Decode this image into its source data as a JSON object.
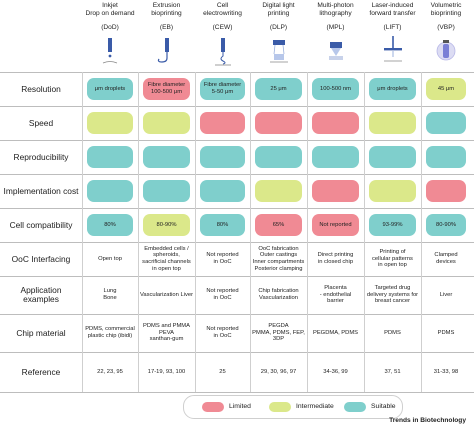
{
  "colors": {
    "limited": "#f08a94",
    "intermediate": "#dbe88a",
    "suitable": "#7fcfcc",
    "icon": "#3a5ba8",
    "vbp_icon": "#7a7fd6"
  },
  "columns": [
    {
      "title_lines": [
        "Inkjet",
        "Drop on demand"
      ],
      "abbr": "(DoD)",
      "icon": "inkjet-nozzle-icon"
    },
    {
      "title_lines": [
        "Extrusion",
        "bioprinting"
      ],
      "abbr": "(EB)",
      "icon": "extrusion-nozzle-icon"
    },
    {
      "title_lines": [
        "Cell",
        "electrowriting"
      ],
      "abbr": "(CEW)",
      "icon": "electrowriting-nozzle-icon"
    },
    {
      "title_lines": [
        "Digital light",
        "printing"
      ],
      "abbr": "(DLP)",
      "icon": "light-projector-icon"
    },
    {
      "title_lines": [
        "Multi-photon",
        "lithography"
      ],
      "abbr": "(MPL)",
      "icon": "laser-focus-icon"
    },
    {
      "title_lines": [
        "Laser-induced",
        "forward transfer"
      ],
      "abbr": "(LIFT)",
      "icon": "laser-transfer-icon"
    },
    {
      "title_lines": [
        "Volumetric",
        "bioprinting"
      ],
      "abbr": "(VBP)",
      "icon": "volumetric-vial-icon"
    }
  ],
  "rows": [
    {
      "label": "Resolution",
      "type": "pill",
      "cells": [
        {
          "level": "suitable",
          "lines": [
            "μm droplets"
          ]
        },
        {
          "level": "limited",
          "lines": [
            "Fibre diameter",
            "100-500 μm"
          ]
        },
        {
          "level": "suitable",
          "lines": [
            "Fibre diameter",
            "5-50 μm"
          ]
        },
        {
          "level": "suitable",
          "lines": [
            "25 μm"
          ]
        },
        {
          "level": "suitable",
          "lines": [
            "100-500 nm"
          ]
        },
        {
          "level": "suitable",
          "lines": [
            "μm droplets"
          ]
        },
        {
          "level": "intermediate",
          "lines": [
            "45 μm"
          ]
        }
      ]
    },
    {
      "label": "Speed",
      "type": "pill",
      "cells": [
        {
          "level": "intermediate",
          "lines": []
        },
        {
          "level": "intermediate",
          "lines": []
        },
        {
          "level": "limited",
          "lines": []
        },
        {
          "level": "limited",
          "lines": []
        },
        {
          "level": "limited",
          "lines": []
        },
        {
          "level": "intermediate",
          "lines": []
        },
        {
          "level": "suitable",
          "lines": []
        }
      ]
    },
    {
      "label": "Reproducibility",
      "type": "pill",
      "cells": [
        {
          "level": "suitable",
          "lines": []
        },
        {
          "level": "suitable",
          "lines": []
        },
        {
          "level": "suitable",
          "lines": []
        },
        {
          "level": "suitable",
          "lines": []
        },
        {
          "level": "suitable",
          "lines": []
        },
        {
          "level": "suitable",
          "lines": []
        },
        {
          "level": "suitable",
          "lines": []
        }
      ]
    },
    {
      "label": "Implementation cost",
      "type": "pill",
      "cells": [
        {
          "level": "suitable",
          "lines": []
        },
        {
          "level": "suitable",
          "lines": []
        },
        {
          "level": "suitable",
          "lines": []
        },
        {
          "level": "intermediate",
          "lines": []
        },
        {
          "level": "limited",
          "lines": []
        },
        {
          "level": "intermediate",
          "lines": []
        },
        {
          "level": "limited",
          "lines": []
        }
      ]
    },
    {
      "label": "Cell compatibility",
      "type": "pill",
      "cells": [
        {
          "level": "suitable",
          "lines": [
            "80%"
          ]
        },
        {
          "level": "intermediate",
          "lines": [
            "80-90%"
          ]
        },
        {
          "level": "suitable",
          "lines": [
            "80%"
          ]
        },
        {
          "level": "limited",
          "lines": [
            "65%"
          ]
        },
        {
          "level": "limited",
          "lines": [
            "Not reported"
          ]
        },
        {
          "level": "suitable",
          "lines": [
            "93-99%"
          ]
        },
        {
          "level": "suitable",
          "lines": [
            "80-90%"
          ]
        }
      ]
    },
    {
      "label": "OoC Interfacing",
      "type": "text",
      "cells": [
        {
          "lines": [
            "Open top"
          ]
        },
        {
          "lines": [
            "Embedded cells /",
            "spheroids,",
            "sacrificial channels",
            "in open top"
          ]
        },
        {
          "lines": [
            "Not reported",
            "in OoC"
          ]
        },
        {
          "lines": [
            "OoC fabrication",
            "Outer castings",
            "Inner compartments",
            "Posterior clamping"
          ]
        },
        {
          "lines": [
            "Direct printing",
            "in closed chip"
          ]
        },
        {
          "lines": [
            "Printing of",
            "cellular patterns",
            "in open top"
          ]
        },
        {
          "lines": [
            "Clamped",
            "devices"
          ]
        }
      ]
    },
    {
      "label_lines": [
        "Application",
        "examples"
      ],
      "type": "text",
      "cells": [
        {
          "lines": [
            "Lung",
            "Bone"
          ]
        },
        {
          "lines": [
            "Vascularization Liver"
          ]
        },
        {
          "lines": [
            "Not reported",
            "in OoC"
          ]
        },
        {
          "lines": [
            "Chip fabrication",
            "Vascularization"
          ]
        },
        {
          "lines": [
            "Placenta",
            "- endothelial",
            "barrier"
          ]
        },
        {
          "lines": [
            "Targeted drug",
            "delivery systems for",
            "breast cancer"
          ]
        },
        {
          "lines": [
            "Liver"
          ]
        }
      ]
    },
    {
      "label": "Chip material",
      "type": "text",
      "cells": [
        {
          "lines": [
            "PDMS, commercial",
            "plastic chip (ibidi)"
          ]
        },
        {
          "lines": [
            "PDMS and PMMA",
            "PEVA",
            "xanthan-gum"
          ]
        },
        {
          "lines": [
            "Not reported",
            "in OoC"
          ]
        },
        {
          "lines": [
            "PEGDA",
            "PMMA, PDMS, FEP,",
            "3DP"
          ]
        },
        {
          "lines": [
            "PEGDMA, PDMS"
          ]
        },
        {
          "lines": [
            "PDMS"
          ]
        },
        {
          "lines": [
            "PDMS"
          ]
        }
      ]
    },
    {
      "label": "Reference",
      "type": "text",
      "cells": [
        {
          "lines": [
            "22, 23, 95"
          ]
        },
        {
          "lines": [
            "17-19, 93, 100"
          ]
        },
        {
          "lines": [
            "25"
          ]
        },
        {
          "lines": [
            "29, 30, 96, 97"
          ]
        },
        {
          "lines": [
            "34-36, 99"
          ]
        },
        {
          "lines": [
            "37, 51"
          ]
        },
        {
          "lines": [
            "31-33, 98"
          ]
        }
      ]
    }
  ],
  "legend": [
    {
      "level": "limited",
      "label": "Limited"
    },
    {
      "level": "intermediate",
      "label": "Intermediate"
    },
    {
      "level": "suitable",
      "label": "Suitable"
    }
  ],
  "brand": "Trends in Biotechnology"
}
